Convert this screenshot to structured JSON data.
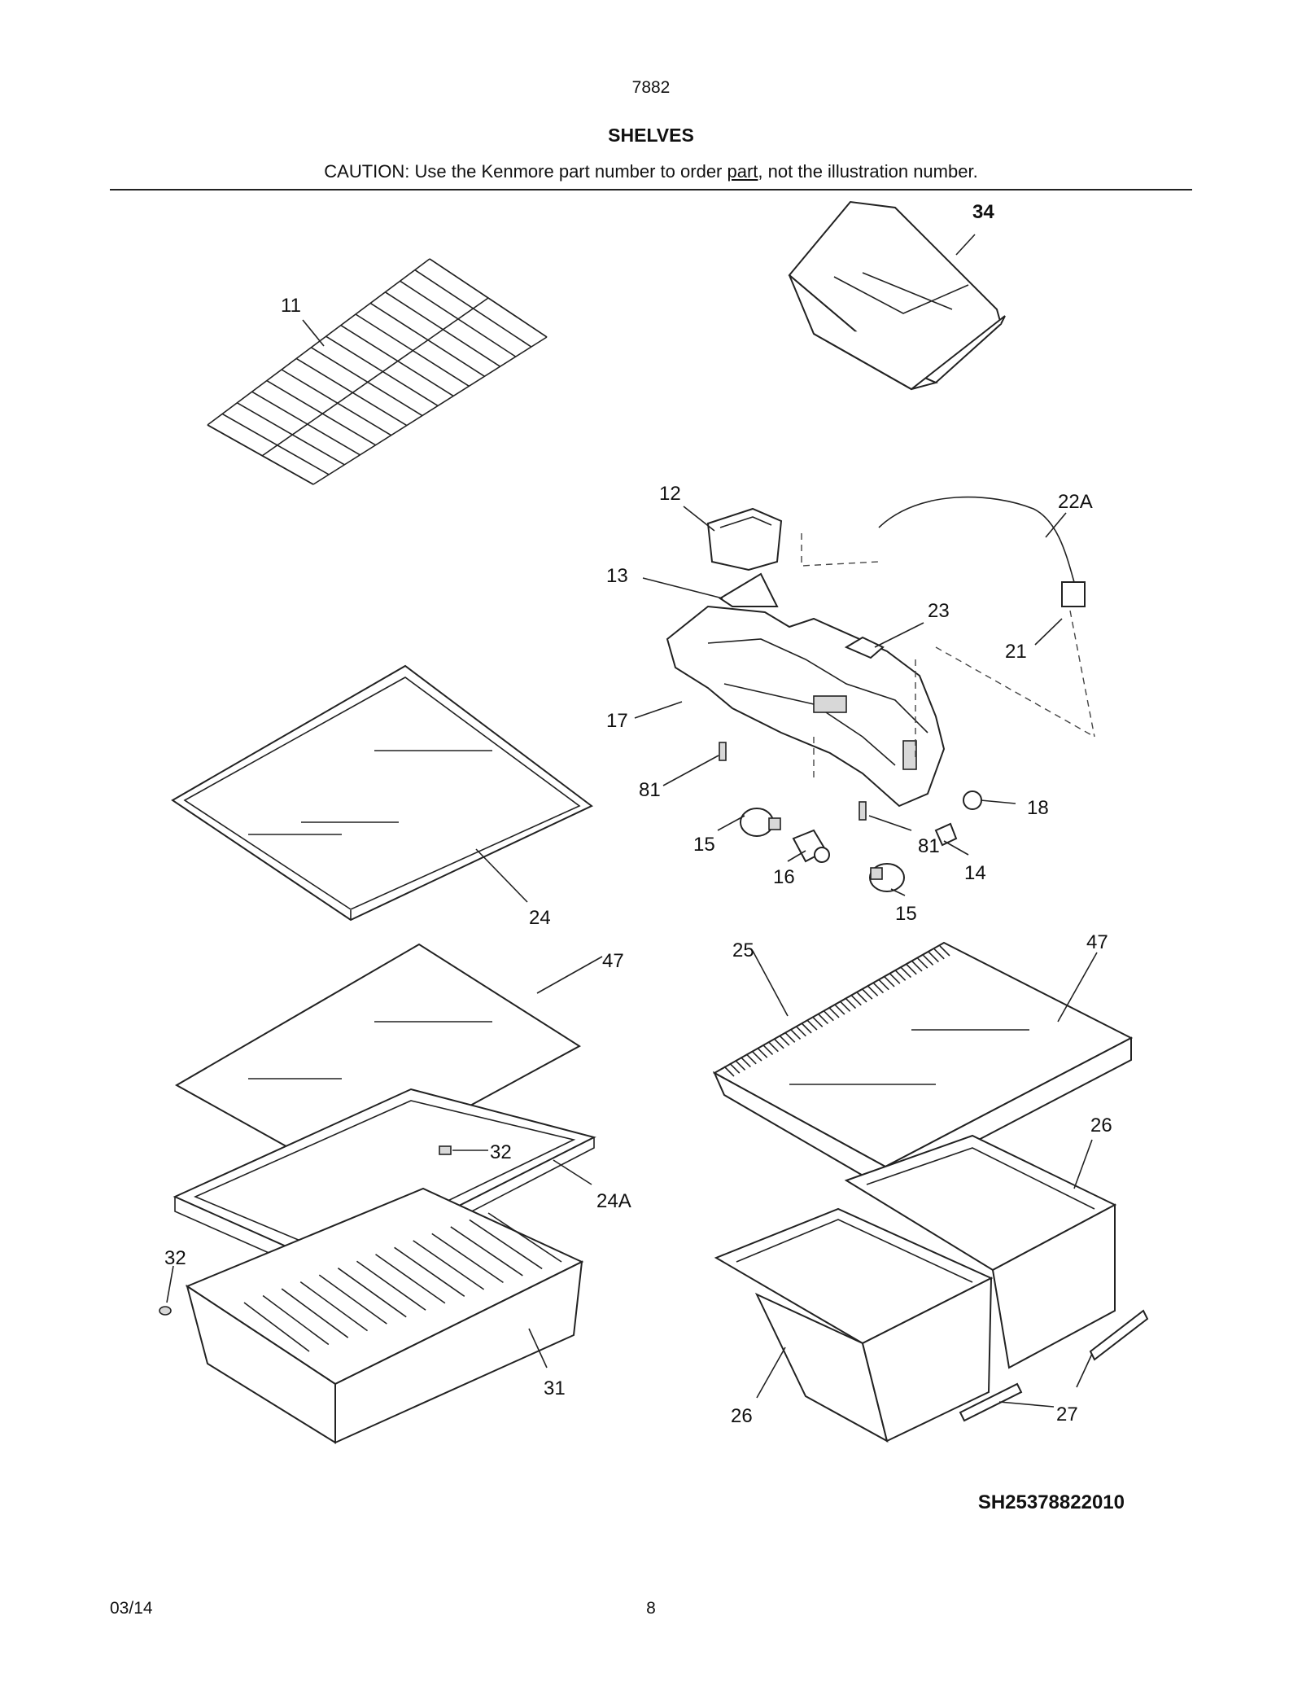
{
  "header": {
    "model": "7882",
    "title": "SHELVES",
    "caution_prefix": "CAUTION: Use the Kenmore part number to order ",
    "caution_underlined": "part",
    "caution_suffix": ", not the illustration number."
  },
  "callouts": {
    "c11": "11",
    "c34": "34",
    "c12": "12",
    "c22a": "22A",
    "c13": "13",
    "c23": "23",
    "c21": "21",
    "c17": "17",
    "c81a": "81",
    "c18": "18",
    "c15a": "15",
    "c16": "16",
    "c81b": "81",
    "c14": "14",
    "c15b": "15",
    "c24": "24",
    "c47a": "47",
    "c25": "25",
    "c47b": "47",
    "c32a": "32",
    "c24a": "24A",
    "c26a": "26",
    "c32b": "32",
    "c31": "31",
    "c26b": "26",
    "c27": "27"
  },
  "reference_code": "SH25378822010",
  "footer": {
    "date": "03/14",
    "page": "8"
  }
}
